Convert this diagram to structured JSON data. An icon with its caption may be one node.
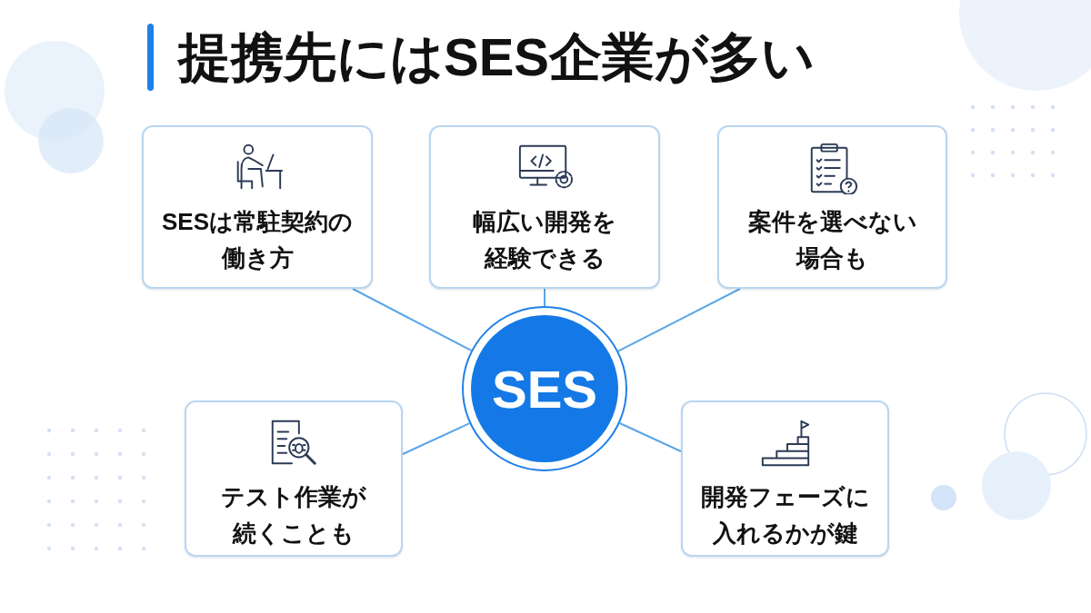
{
  "diagram": {
    "title": "提携先にはSES企業が多い",
    "nodes": [
      {
        "text": [
          "SES"
        ]
      },
      {
        "text": [
          "SESは常駐契約の働き方"
        ]
      },
      {
        "text": [
          "幅広い開発を経験できる"
        ]
      },
      {
        "text": [
          "案件を選べない場合も"
        ]
      },
      {
        "text": [
          "テスト作業が続くことも"
        ]
      },
      {
        "text": [
          "開発フェーズに入れるかが鍵"
        ]
      }
    ],
    "edges": [
      {
        "from": 0,
        "to": 1,
        "arrow": "none"
      },
      {
        "from": 0,
        "to": 2,
        "arrow": "none"
      },
      {
        "from": 0,
        "to": 3,
        "arrow": "none"
      },
      {
        "from": 0,
        "to": 4,
        "arrow": "none"
      },
      {
        "from": 0,
        "to": 5,
        "arrow": "none"
      }
    ]
  }
}
